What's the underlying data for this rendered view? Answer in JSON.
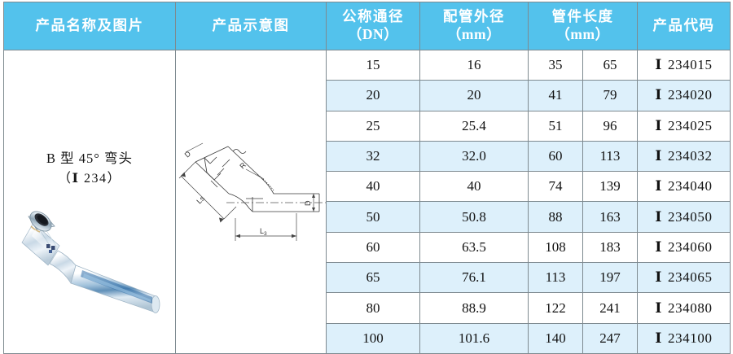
{
  "table": {
    "headers": [
      {
        "id": "product-name",
        "line1": "产品名称及图片",
        "line2": "",
        "colspan": 1
      },
      {
        "id": "product-diagram",
        "line1": "产品示意图",
        "line2": "",
        "colspan": 1
      },
      {
        "id": "nominal-diameter",
        "line1": "公称通径",
        "line2": "（DN）",
        "colspan": 1
      },
      {
        "id": "pipe-outer-diameter",
        "line1": "配管外径",
        "line2": "（mm）",
        "colspan": 1
      },
      {
        "id": "fitting-length",
        "line1": "管件长度",
        "line2": "（mm）",
        "colspan": 2
      },
      {
        "id": "product-code",
        "line1": "产品代码",
        "line2": "",
        "colspan": 1
      }
    ],
    "product": {
      "name_line1": "B 型 45°  弯头",
      "name_line2_prefix": "（",
      "name_line2_code": "Ⅰ",
      "name_line2_number": " 234",
      "name_line2_suffix": "）",
      "photo_alt": "stainless-steel-45-degree-elbow-fitting"
    },
    "diagram": {
      "labels": {
        "d_top": "D",
        "r": "R",
        "ls": "Ls",
        "l3": "L",
        "l3_sub": "3",
        "d_right": "D"
      }
    },
    "rows": [
      {
        "dn": "15",
        "od": "16",
        "len1": "35",
        "len2": "65",
        "code_prefix": "Ⅰ",
        "code": "234015"
      },
      {
        "dn": "20",
        "od": "20",
        "len1": "41",
        "len2": "79",
        "code_prefix": "Ⅰ",
        "code": "234020"
      },
      {
        "dn": "25",
        "od": "25.4",
        "len1": "51",
        "len2": "96",
        "code_prefix": "Ⅰ",
        "code": "234025"
      },
      {
        "dn": "32",
        "od": "32.0",
        "len1": "60",
        "len2": "113",
        "code_prefix": "Ⅰ",
        "code": "234032"
      },
      {
        "dn": "40",
        "od": "40",
        "len1": "74",
        "len2": "139",
        "code_prefix": "Ⅰ",
        "code": "234040"
      },
      {
        "dn": "50",
        "od": "50.8",
        "len1": "88",
        "len2": "163",
        "code_prefix": "Ⅰ",
        "code": "234050"
      },
      {
        "dn": "60",
        "od": "63.5",
        "len1": "108",
        "len2": "183",
        "code_prefix": "Ⅰ",
        "code": "234060"
      },
      {
        "dn": "65",
        "od": "76.1",
        "len1": "113",
        "len2": "197",
        "code_prefix": "Ⅰ",
        "code": "234065"
      },
      {
        "dn": "80",
        "od": "88.9",
        "len1": "122",
        "len2": "241",
        "code_prefix": "Ⅰ",
        "code": "234080"
      },
      {
        "dn": "100",
        "od": "101.6",
        "len1": "140",
        "len2": "247",
        "code_prefix": "Ⅰ",
        "code": "234100"
      }
    ]
  },
  "colors": {
    "header_background": "#53c2ec",
    "header_text": "#ffffff",
    "alt_row_background": "#ddf0fb",
    "row_background": "#ffffff",
    "border": "#7e8a90",
    "text": "#111111"
  }
}
